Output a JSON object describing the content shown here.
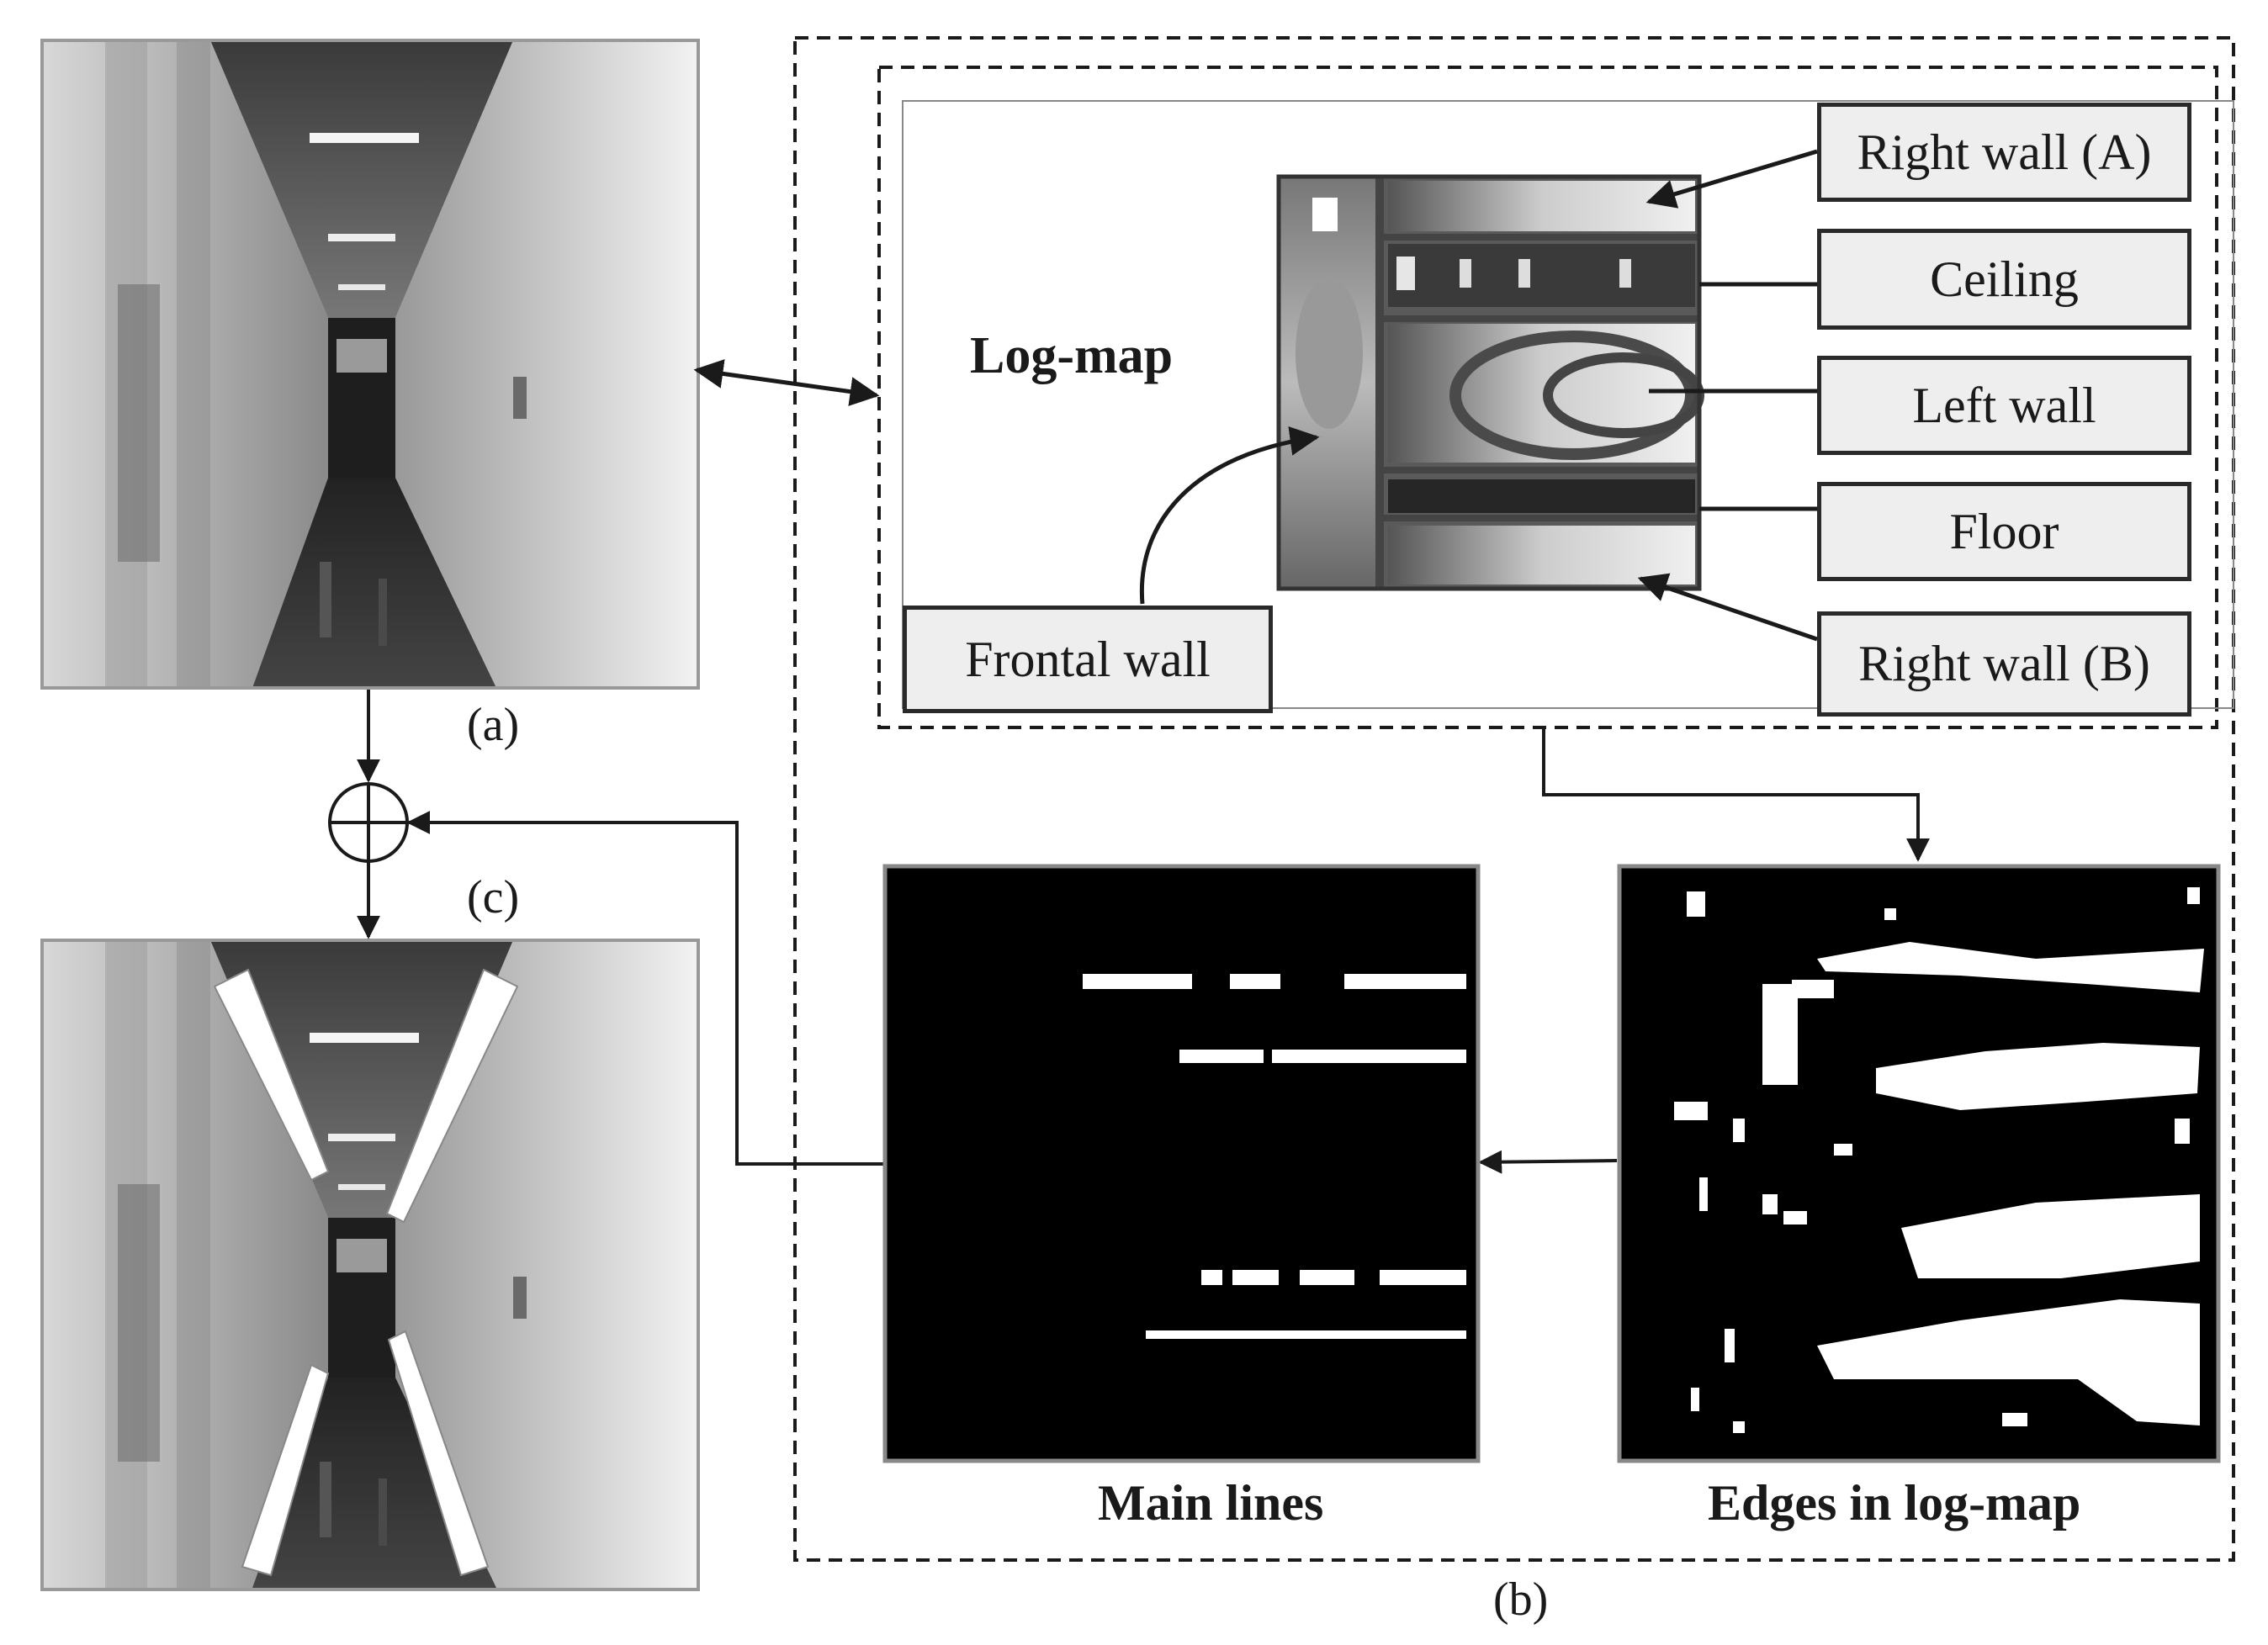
{
  "captions": {
    "a": "(a)",
    "b": "(b)",
    "c": "(c)"
  },
  "logmap": {
    "title": "Log-map",
    "labels": {
      "right_wall_a": "Right wall (A)",
      "ceiling": "Ceiling",
      "left_wall": "Left wall",
      "floor": "Floor",
      "right_wall_b": "Right wall (B)",
      "frontal_wall": "Frontal wall"
    }
  },
  "panels": {
    "main_lines": "Main lines",
    "edges": "Edges in log-map"
  },
  "colors": {
    "line": "#1a1a1a",
    "box_fill": "#eeeeee",
    "panel_bg": "#000000",
    "highlight": "#ffffff"
  }
}
